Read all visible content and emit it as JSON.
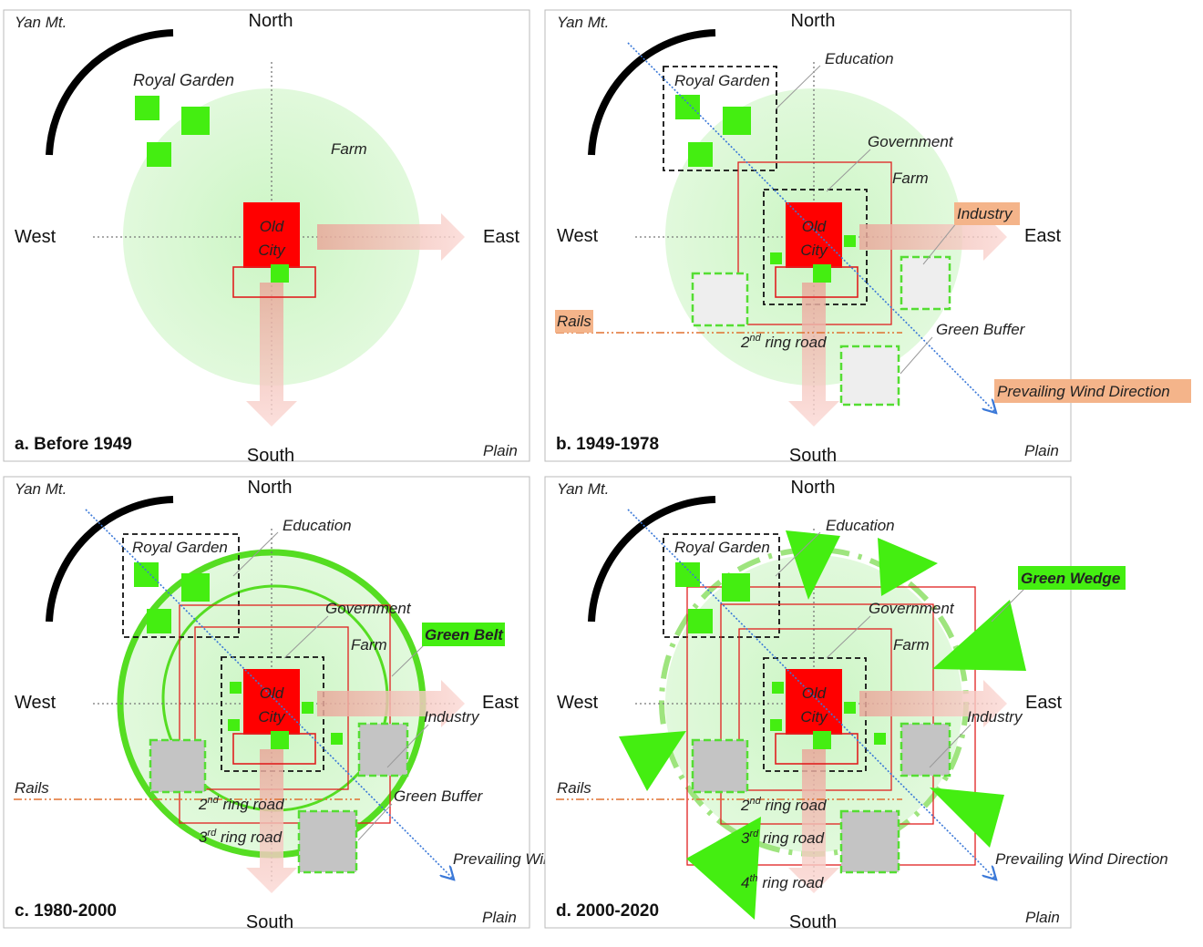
{
  "colors": {
    "farm": "#b8f0b0",
    "old_city": "#ff0000",
    "garden": "#44ee11",
    "wedge": "#44ee11",
    "rails": "#e07030",
    "wind": "#3a78d8",
    "tag_orange": "#f4b48a",
    "tag_green": "#44ee11",
    "buffer_gray": "#c4c4c4"
  },
  "panels": [
    {
      "caption": "a. Before 1949",
      "compass": {
        "north": "North",
        "south": "South",
        "east": "East",
        "west": "West"
      },
      "corner": {
        "mountain": "Yan Mt.",
        "plain": "Plain"
      },
      "labels": {
        "royal_garden": "Royal Garden",
        "farm": "Farm",
        "old_city_1": "Old",
        "old_city_2": "City"
      }
    },
    {
      "caption": "b. 1949-1978",
      "compass": {
        "north": "North",
        "south": "South",
        "east": "East",
        "west": "West"
      },
      "corner": {
        "mountain": "Yan Mt.",
        "plain": "Plain"
      },
      "labels": {
        "royal_garden": "Royal Garden",
        "farm": "Farm",
        "old_city_1": "Old",
        "old_city_2": "City",
        "education": "Education",
        "government": "Government",
        "industry": "Industry",
        "rails": "Rails",
        "green_buffer": "Green Buffer",
        "ring2": "2",
        "ring2_sup": "nd",
        "ring2_text": " ring road",
        "wind": "Prevailing Wind Direction"
      }
    },
    {
      "caption": "c. 1980-2000",
      "compass": {
        "north": "North",
        "south": "South",
        "east": "East",
        "west": "West"
      },
      "corner": {
        "mountain": "Yan Mt.",
        "plain": "Plain"
      },
      "labels": {
        "royal_garden": "Royal Garden",
        "farm": "Farm",
        "old_city_1": "Old",
        "old_city_2": "City",
        "education": "Education",
        "government": "Government",
        "industry": "Industry",
        "rails": "Rails",
        "green_buffer": "Green Buffer",
        "green_belt": "Green Belt",
        "ring2": "2",
        "ring2_sup": "nd",
        "ring2_text": " ring road",
        "ring3": "3",
        "ring3_sup": "rd",
        "ring3_text": " ring road",
        "wind": "Prevailing Wind Direction"
      }
    },
    {
      "caption": "d. 2000-2020",
      "compass": {
        "north": "North",
        "south": "South",
        "east": "East",
        "west": "West"
      },
      "corner": {
        "mountain": "Yan Mt.",
        "plain": "Plain"
      },
      "labels": {
        "royal_garden": "Royal Garden",
        "farm": "Farm",
        "old_city_1": "Old",
        "old_city_2": "City",
        "education": "Education",
        "government": "Government",
        "industry": "Industry",
        "rails": "Rails",
        "green_wedge": "Green Wedge",
        "ring2": "2",
        "ring2_sup": "nd",
        "ring2_text": " ring road",
        "ring3": "3",
        "ring3_sup": "rd",
        "ring3_text": " ring road",
        "ring4": "4",
        "ring4_sup": "th",
        "ring4_text": " ring road",
        "wind": "Prevailing Wind Direction"
      }
    }
  ]
}
